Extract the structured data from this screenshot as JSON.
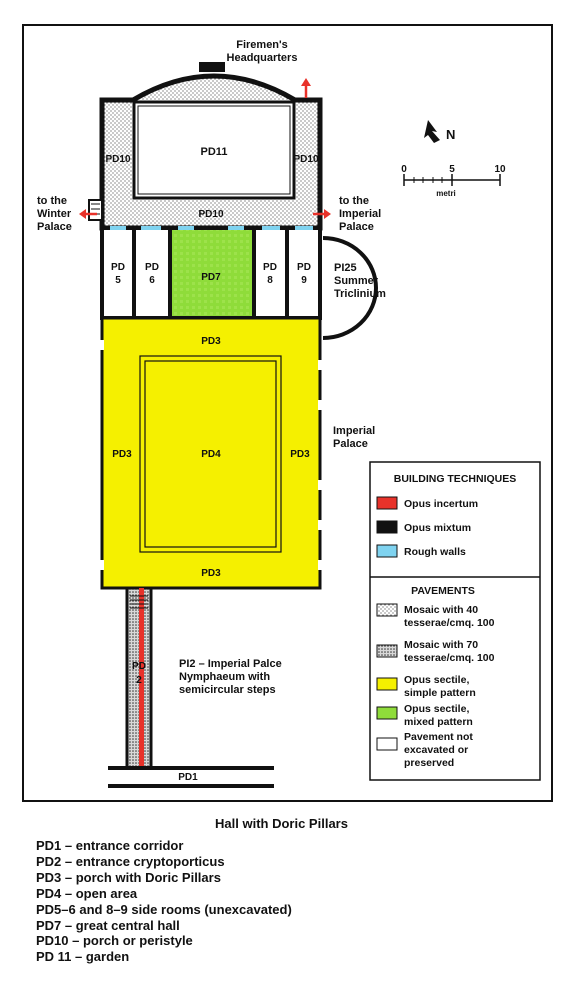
{
  "labels": {
    "firemen": [
      "Firemen's",
      "Headquarters"
    ],
    "pd11": "PD11",
    "pd10": "PD10",
    "winter": [
      "to the",
      "Winter",
      "Palace"
    ],
    "imperial_right": [
      "to the",
      "Imperial",
      "Palace"
    ],
    "pd5": [
      "PD",
      "5"
    ],
    "pd6": [
      "PD",
      "6"
    ],
    "pd7": "PD7",
    "pd8": [
      "PD",
      "8"
    ],
    "pd9": [
      "PD",
      "9"
    ],
    "pi25": [
      "PI25",
      "Summer",
      "Triclinium"
    ],
    "pd3": "PD3",
    "pd4": "PD4",
    "imperial_side": [
      "Imperial",
      "Palace"
    ],
    "pd2": [
      "PD",
      "2"
    ],
    "pi2": [
      "PI2 – Imperial Palce",
      "Nymphaeum with",
      "semicircular steps"
    ],
    "pd1": "PD1",
    "north": "N",
    "scale_ticks": [
      "0",
      "5",
      "10"
    ],
    "scale_unit": "metri"
  },
  "legend_box": {
    "techniques_title": "BUILDING TECHNIQUES",
    "techniques": [
      {
        "label": "Opus incertum",
        "color": "#e8322a"
      },
      {
        "label": "Opus mixtum",
        "color": "#111111"
      },
      {
        "label": "Rough walls",
        "color": "#7fd3f0"
      }
    ],
    "pavements_title": "PAVEMENTS",
    "pavements": [
      {
        "lines": [
          "Mosaic with 40",
          "tesserae/cmq. 100"
        ],
        "fill": "dots-light"
      },
      {
        "lines": [
          "Mosaic with 70",
          "tesserae/cmq. 100"
        ],
        "fill": "dots-dense"
      },
      {
        "lines": [
          "Opus sectile,",
          "simple pattern"
        ],
        "fill": "#f5f000"
      },
      {
        "lines": [
          "Opus sectile,",
          "mixed pattern"
        ],
        "fill": "#8fdc3a"
      },
      {
        "lines": [
          "Pavement not",
          "excavated or",
          "preserved"
        ],
        "fill": "#ffffff"
      }
    ]
  },
  "caption": "Hall with Doric Pillars",
  "key": [
    "PD1 – entrance corridor",
    "PD2 – entrance cryptoporticus",
    "PD3 – porch with Doric Pillars",
    "PD4 – open area",
    "PD5–6 and 8–9 side rooms (unexcavated)",
    "PD7 – great central hall",
    "PD10 – porch or peristyle",
    "PD 11 – garden"
  ],
  "colors": {
    "yellow": "#f5f000",
    "green": "#8fdc3a",
    "red": "#e8322a",
    "blue": "#7fd3f0",
    "black": "#111111"
  }
}
